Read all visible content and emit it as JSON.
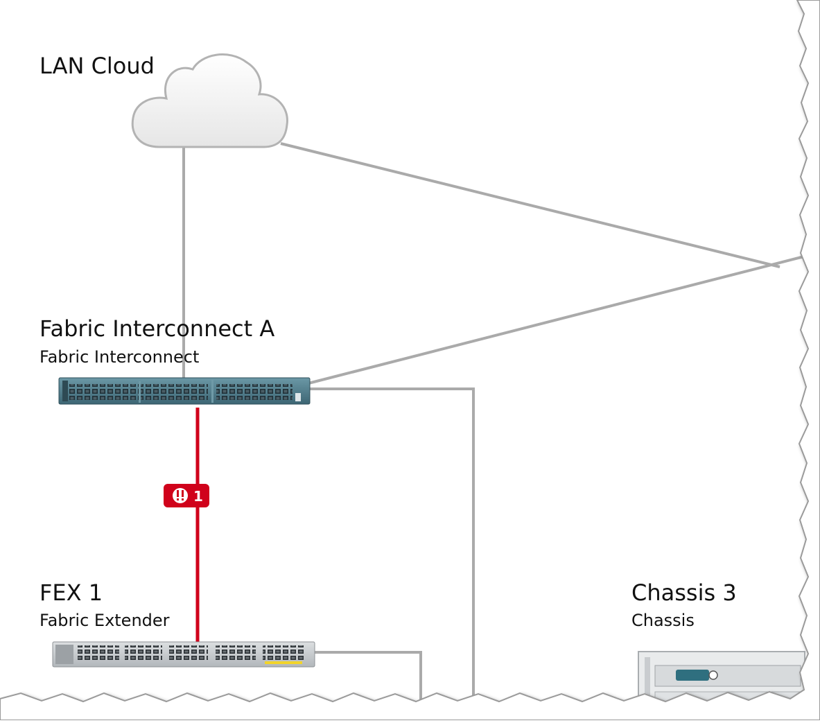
{
  "nodes": {
    "lan_cloud": {
      "title": "LAN Cloud"
    },
    "fabric_a": {
      "title": "Fabric Interconnect A",
      "subtitle": "Fabric Interconnect"
    },
    "fex1": {
      "title": "FEX 1",
      "subtitle": "Fabric Extender"
    },
    "chassis3": {
      "title": "Chassis 3",
      "subtitle": "Chassis"
    }
  },
  "alert": {
    "count": "1",
    "icon": "critical-alert-icon",
    "color": "#d0021b"
  },
  "colors": {
    "link": "#aaaaaa",
    "fault_link": "#d0021b",
    "fabric_body": "#4f7f8e",
    "fex_body": "#c9cdd0",
    "cloud_fill": "#f2f2f2",
    "cloud_stroke": "#b3b3b3"
  }
}
